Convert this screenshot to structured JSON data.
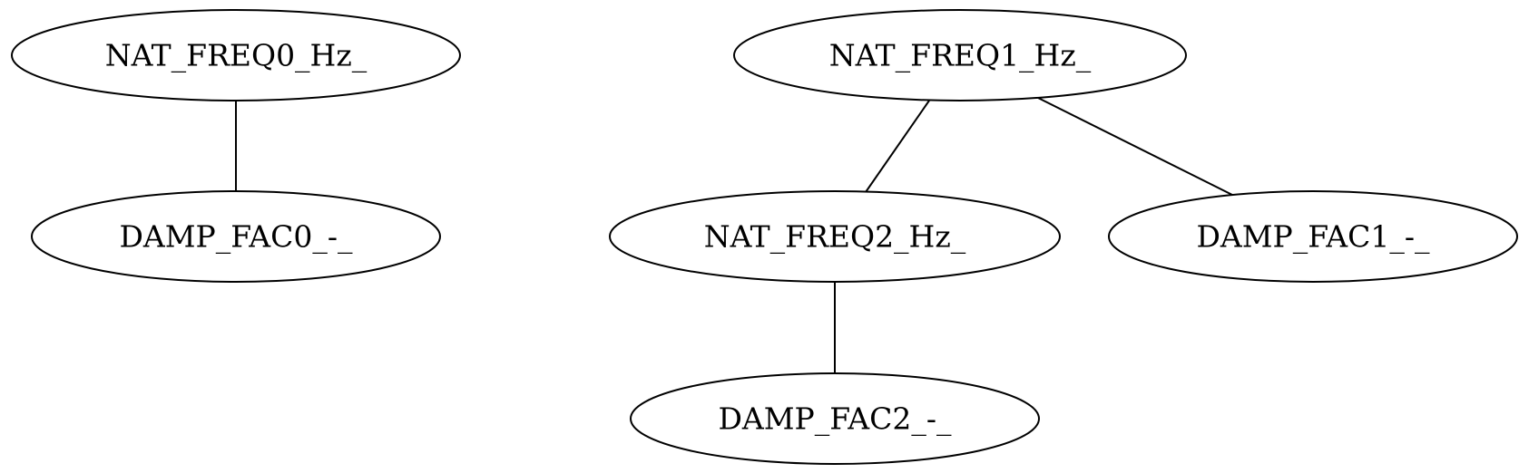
{
  "graph": {
    "nodes": [
      {
        "id": "nat_freq0",
        "label": "NAT_FREQ0_Hz_"
      },
      {
        "id": "damp_fac0",
        "label": "DAMP_FAC0_-_"
      },
      {
        "id": "nat_freq1",
        "label": "NAT_FREQ1_Hz_"
      },
      {
        "id": "nat_freq2",
        "label": "NAT_FREQ2_Hz_"
      },
      {
        "id": "damp_fac1",
        "label": "DAMP_FAC1_-_"
      },
      {
        "id": "damp_fac2",
        "label": "DAMP_FAC2_-_"
      }
    ],
    "edges": [
      {
        "from": "nat_freq0",
        "to": "damp_fac0"
      },
      {
        "from": "nat_freq1",
        "to": "nat_freq2"
      },
      {
        "from": "nat_freq1",
        "to": "damp_fac1"
      },
      {
        "from": "nat_freq2",
        "to": "damp_fac2"
      }
    ]
  }
}
